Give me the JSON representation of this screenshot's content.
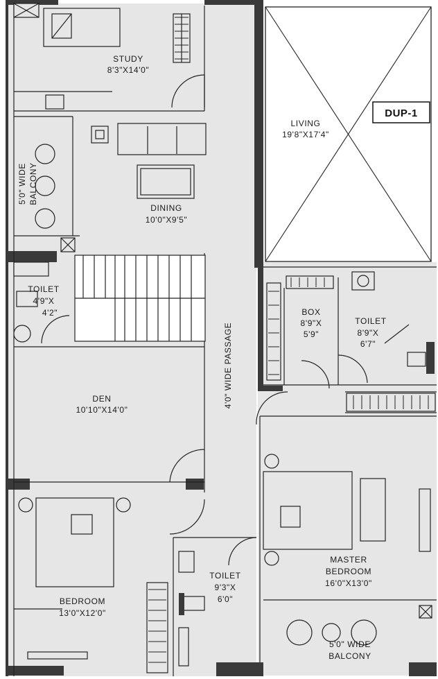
{
  "badge": "DUP-1",
  "rooms": {
    "study": {
      "name": "STUDY",
      "size": "8'3\"X14'0\""
    },
    "living": {
      "name": "LIVING",
      "size": "19'8\"X17'4\""
    },
    "dining": {
      "name": "DINING",
      "size": "10'0\"X9'5\""
    },
    "balcony_top": {
      "name": "5'0\" WIDE",
      "name2": "BALCONY"
    },
    "toilet_left": {
      "name": "TOILET",
      "size1": "4'9\"X",
      "size2": "4'2\""
    },
    "box": {
      "name": "BOX",
      "size1": "8'9\"X",
      "size2": "5'9\""
    },
    "toilet_right": {
      "name": "TOILET",
      "size1": "8'9\"X",
      "size2": "6'7\""
    },
    "passage": {
      "name": "4'0\" WIDE PASSAGE"
    },
    "den": {
      "name": "DEN",
      "size": "10'10\"X14'0\""
    },
    "master_bedroom": {
      "name": "MASTER",
      "name2": "BEDROOM",
      "size": "16'0\"X13'0\""
    },
    "toilet_bottom": {
      "name": "TOILET",
      "size1": "9'3\"X",
      "size2": "6'0\""
    },
    "bedroom": {
      "name": "BEDROOM",
      "size": "13'0\"X12'0\""
    },
    "balcony_bottom": {
      "name": "5'0\" WIDE",
      "name2": "BALCONY"
    }
  }
}
